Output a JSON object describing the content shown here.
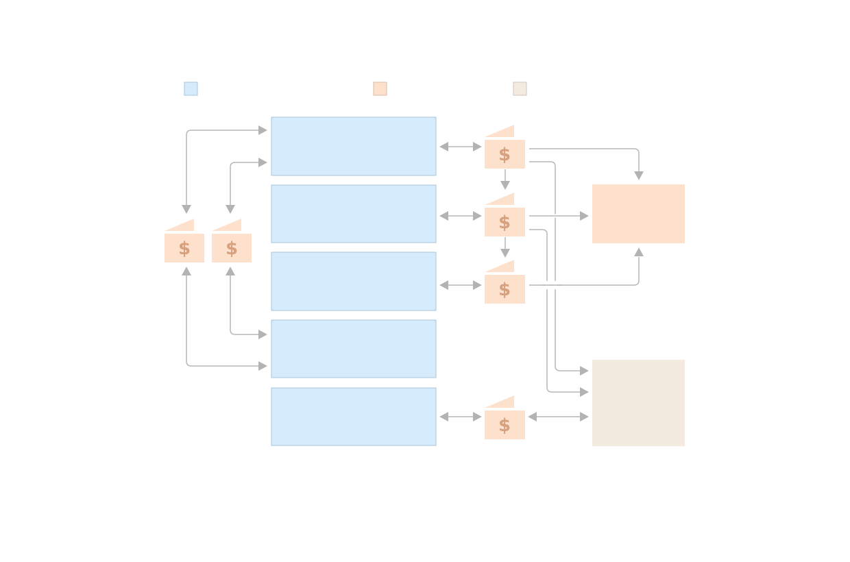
{
  "legend": [
    {
      "id": "system",
      "label": "",
      "color": "#d6ebfc"
    },
    {
      "id": "wallet",
      "label": "",
      "color": "#fde1cc"
    },
    {
      "id": "external",
      "label": "",
      "color": "#f4ebe0"
    }
  ],
  "blocks": [
    {
      "id": "block-1",
      "label": ""
    },
    {
      "id": "block-2",
      "label": ""
    },
    {
      "id": "block-3",
      "label": ""
    },
    {
      "id": "block-4",
      "label": ""
    },
    {
      "id": "block-5",
      "label": ""
    }
  ],
  "wallets": [
    {
      "id": "wallet-left-1",
      "symbol": "$"
    },
    {
      "id": "wallet-left-2",
      "symbol": "$"
    },
    {
      "id": "wallet-mid-1",
      "symbol": "$"
    },
    {
      "id": "wallet-mid-2",
      "symbol": "$"
    },
    {
      "id": "wallet-mid-3",
      "symbol": "$"
    },
    {
      "id": "wallet-mid-5",
      "symbol": "$"
    }
  ],
  "targets": [
    {
      "id": "target-top",
      "label": "",
      "color": "#fde1cc"
    },
    {
      "id": "target-bottom",
      "label": "",
      "color": "#f4ebe0"
    }
  ],
  "colors": {
    "block_fill": "#d6ebfc",
    "wallet_fill": "#fde1cc",
    "external_fill": "#f4ebe0",
    "connector": "#b7b7b7",
    "wallet_symbol": "#d7a17f"
  }
}
